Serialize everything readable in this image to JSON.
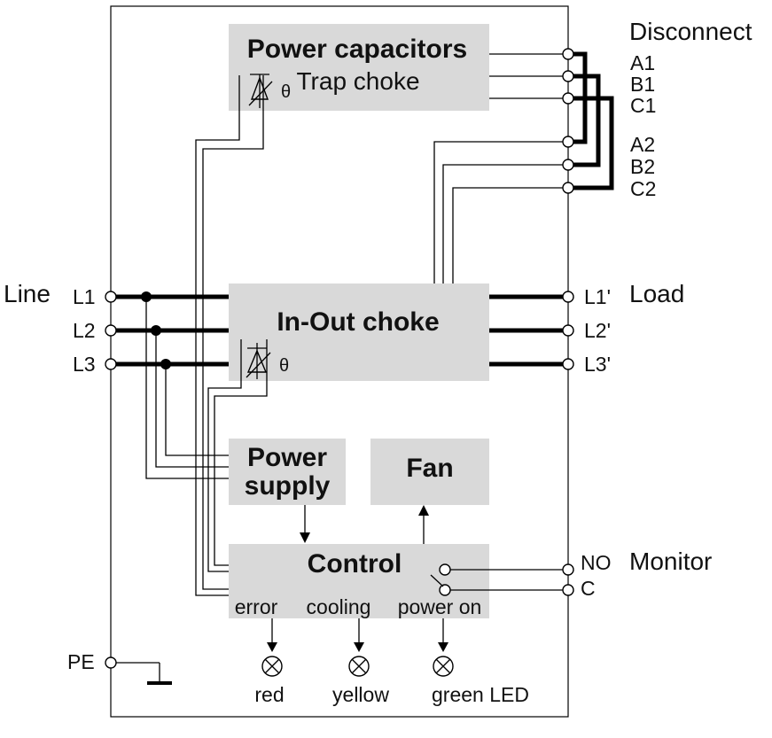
{
  "blocks": {
    "power_capacitors": "Power capacitors",
    "trap_choke": "Trap choke",
    "inout_choke": "In-Out choke",
    "power_supply_l1": "Power",
    "power_supply_l2": "supply",
    "fan": "Fan",
    "control": "Control"
  },
  "theta": "θ",
  "headings": {
    "disconnect": "Disconnect",
    "line": "Line",
    "load": "Load",
    "monitor": "Monitor"
  },
  "terminals": {
    "disconnect": [
      "A1",
      "B1",
      "C1",
      "A2",
      "B2",
      "C2"
    ],
    "line": [
      "L1",
      "L2",
      "L3"
    ],
    "load": [
      "L1'",
      "L2'",
      "L3'"
    ],
    "monitor": [
      "NO",
      "C"
    ],
    "pe": "PE"
  },
  "signals": {
    "error": "error",
    "cooling": "cooling",
    "power_on": "power on"
  },
  "leds": {
    "red": "red",
    "yellow": "yellow",
    "green": "green LED"
  }
}
